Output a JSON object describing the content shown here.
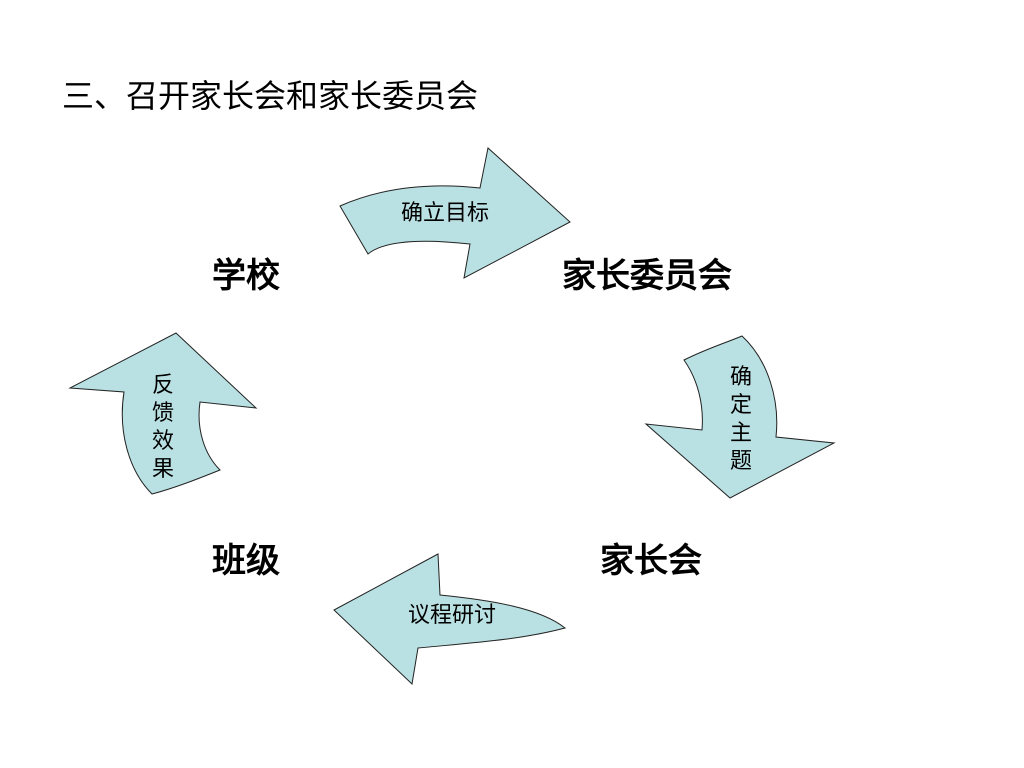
{
  "title": "三、召开家长会和家长委员会",
  "nodes": {
    "school": "学校",
    "parent_committee": "家长委员会",
    "parent_meeting": "家长会",
    "class": "班级"
  },
  "arrows": {
    "top": "确立目标",
    "right": "确定主题",
    "bottom": "议程研讨",
    "left": "反馈效果"
  },
  "colors": {
    "arrow_fill": "#b9e0e2",
    "arrow_stroke": "#222222"
  }
}
